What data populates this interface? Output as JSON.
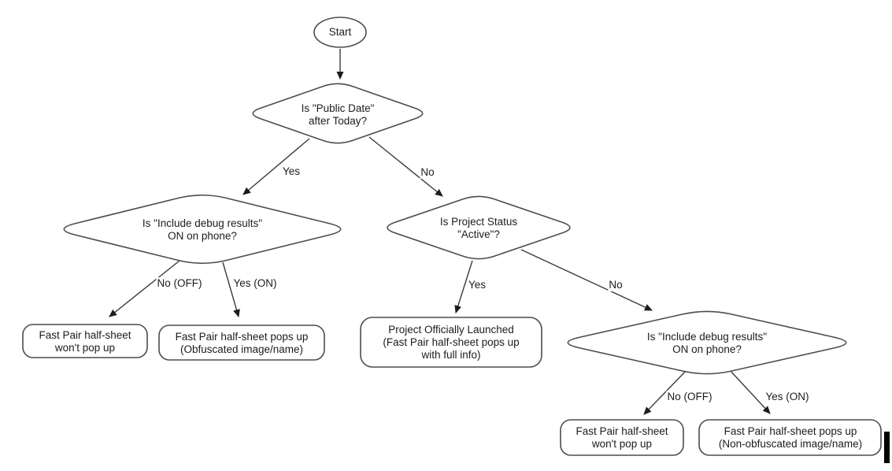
{
  "diagram_type": "flowchart",
  "colors": {
    "background": "#ffffff",
    "shape_stroke": "#4d4d4d",
    "edge_stroke": "#3a3a3a",
    "text": "#1c1c1c",
    "cursor_bar": "#000000"
  },
  "nodes": {
    "start": {
      "label": "Start"
    },
    "public_date": {
      "line1": "Is \"Public Date\"",
      "line2": "after Today?"
    },
    "debug_left": {
      "line1": "Is \"Include debug results\"",
      "line2": "ON on phone?"
    },
    "project_status": {
      "line1": "Is Project Status",
      "line2": "\"Active\"?"
    },
    "debug_right": {
      "line1": "Is \"Include debug results\"",
      "line2": "ON on phone?"
    },
    "no_popup_left": {
      "line1": "Fast Pair half-sheet",
      "line2": "won't pop up"
    },
    "obfuscated": {
      "line1": "Fast Pair half-sheet pops up",
      "line2": "(Obfuscated image/name)"
    },
    "launched": {
      "line1": "Project Officially Launched",
      "line2": "(Fast Pair half-sheet pops up",
      "line3": "with full info)"
    },
    "no_popup_right": {
      "line1": "Fast Pair half-sheet",
      "line2": "won't pop up"
    },
    "non_obfuscated": {
      "line1": "Fast Pair half-sheet pops up",
      "line2": "(Non-obfuscated image/name)"
    }
  },
  "edge_labels": {
    "public_date_yes": "Yes",
    "public_date_no": "No",
    "debug_left_no": "No (OFF)",
    "debug_left_yes": "Yes (ON)",
    "project_status_yes": "Yes",
    "project_status_no": "No",
    "debug_right_no": "No (OFF)",
    "debug_right_yes": "Yes (ON)"
  }
}
